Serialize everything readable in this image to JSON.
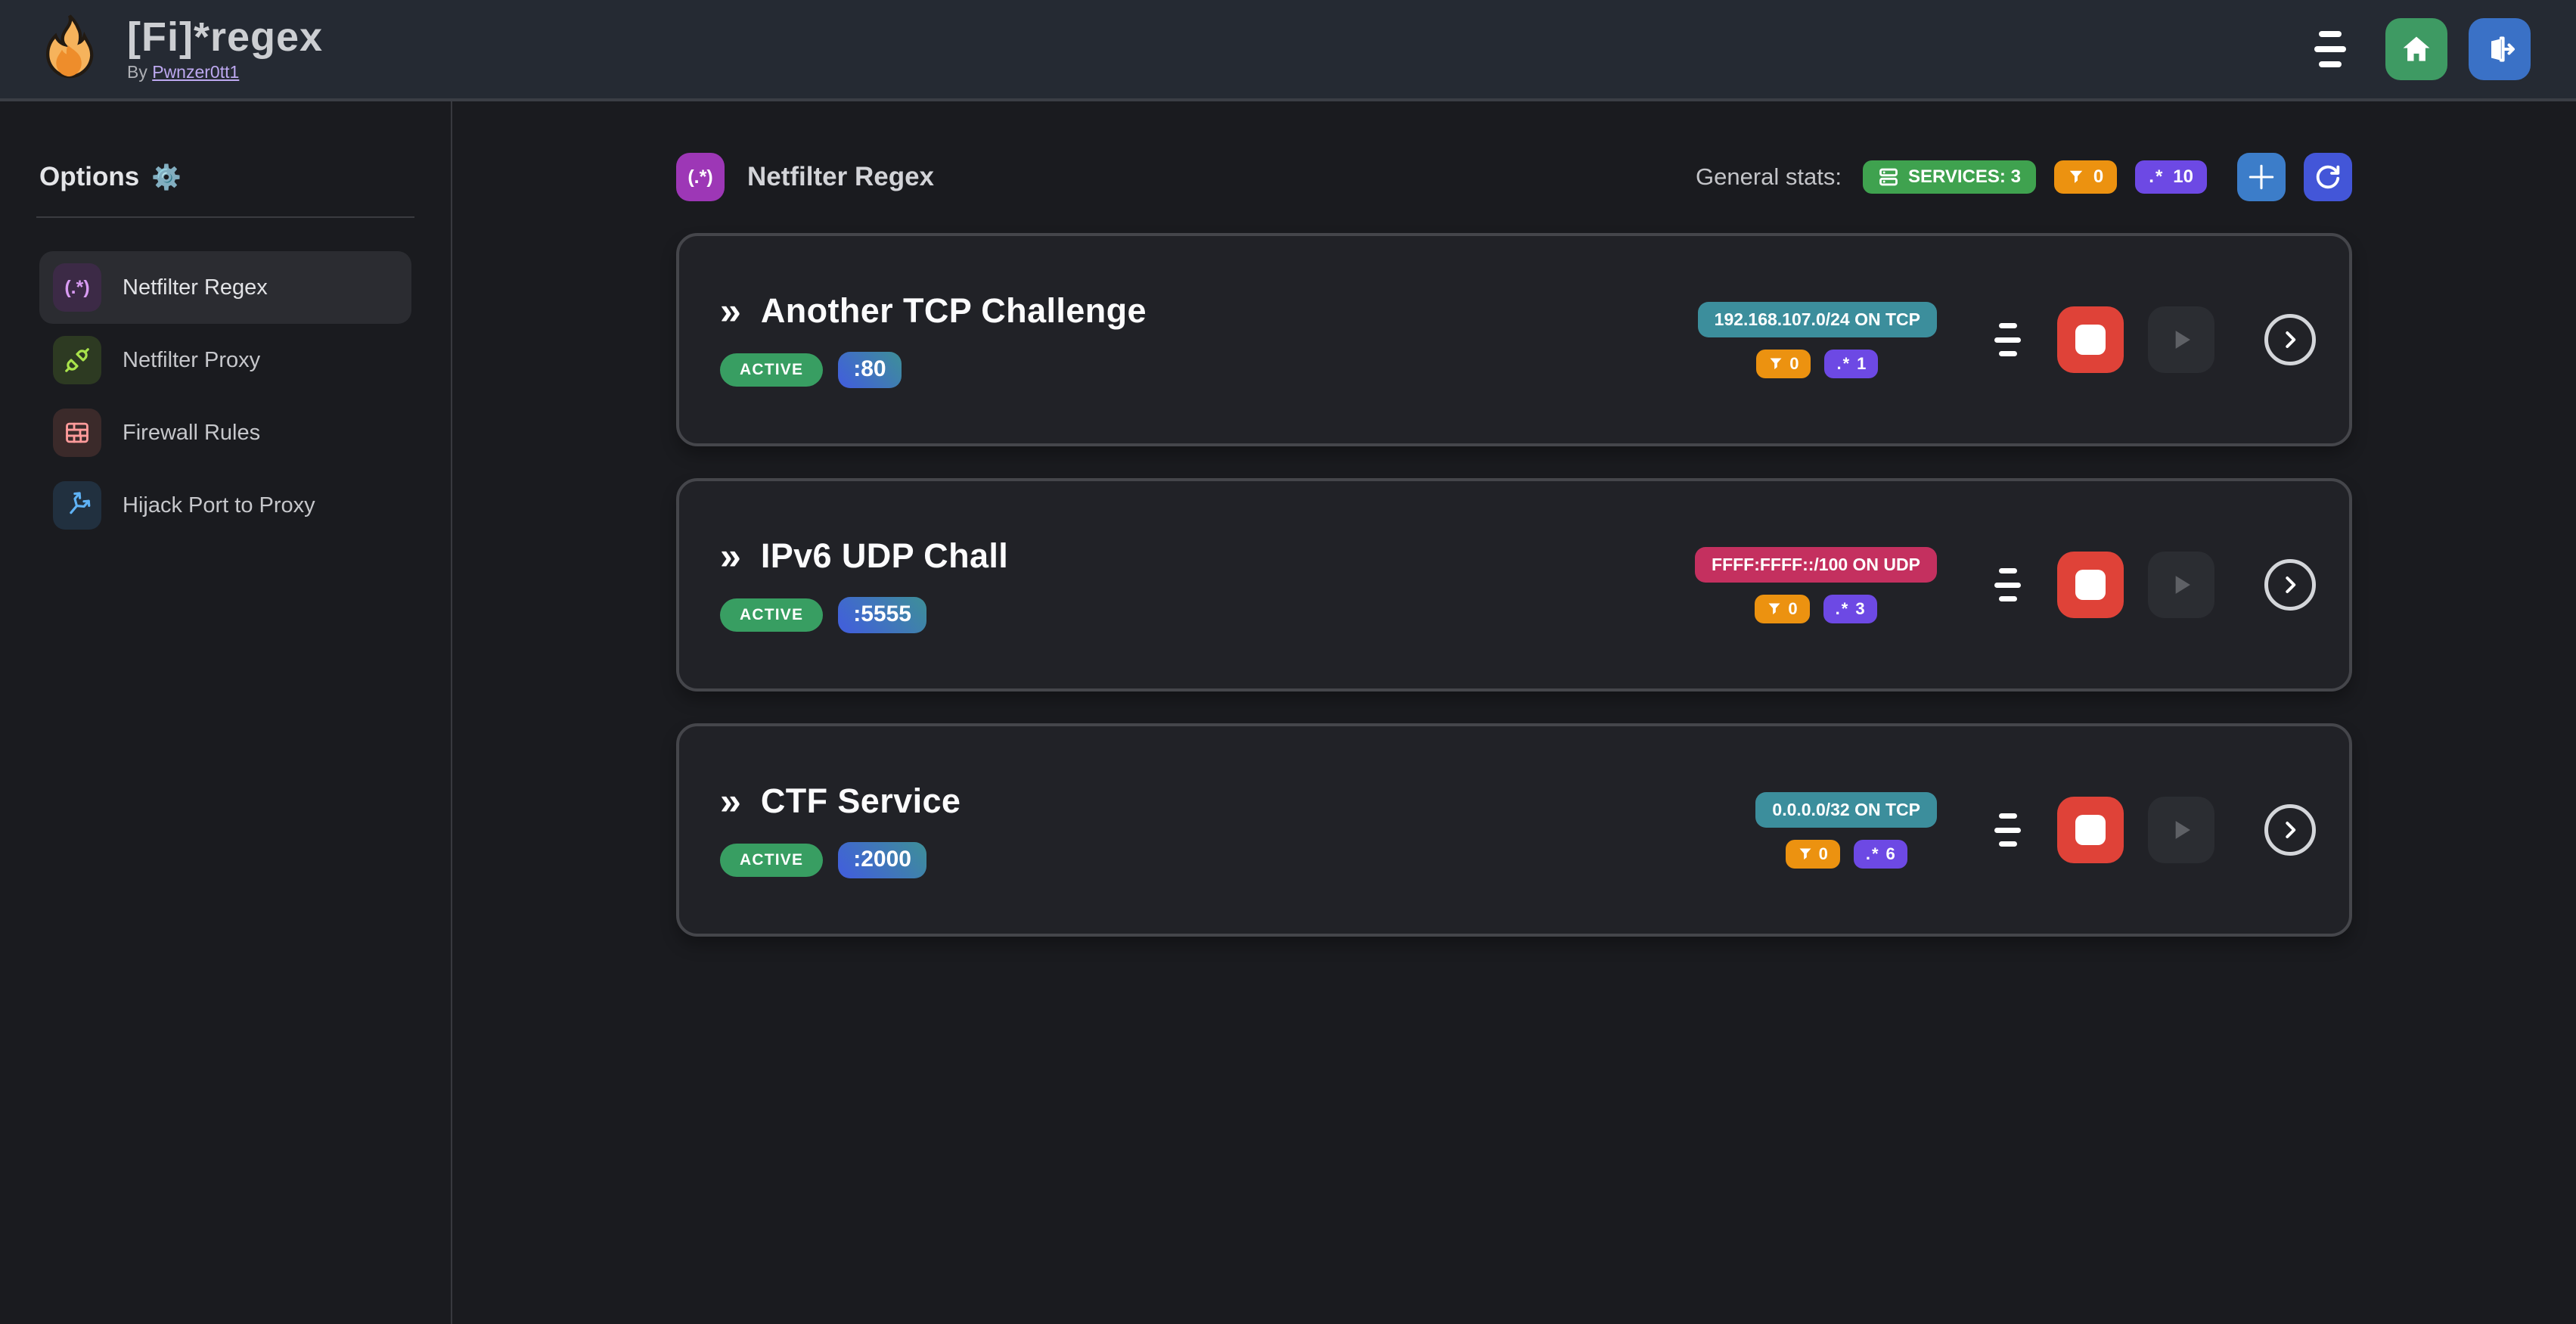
{
  "glyphs": {
    "double_chevron": "»",
    "options_gear": "⚙️",
    "regex_glyph": ".*",
    "regex_paren": "(.*)"
  },
  "header": {
    "title": "[Fi]*regex",
    "byline_prefix": "By",
    "author_link": "Pwnzer0tt1"
  },
  "sidebar": {
    "title": "Options",
    "items": [
      {
        "label": "Netfilter Regex"
      },
      {
        "label": "Netfilter Proxy"
      },
      {
        "label": "Firewall Rules"
      },
      {
        "label": "Hijack Port to Proxy"
      }
    ]
  },
  "main": {
    "section_title": "Netfilter Regex",
    "stats": {
      "label": "General stats:",
      "services": "SERVICES: 3",
      "filters": "0",
      "regexes": "10"
    },
    "services": [
      {
        "title": "Another TCP Challenge",
        "status": "ACTIVE",
        "port": ":80",
        "endpoint": "192.168.107.0/24 ON TCP",
        "endpoint_color": "teal",
        "filters": "0",
        "regexes": "1"
      },
      {
        "title": "IPv6 UDP Chall",
        "status": "ACTIVE",
        "port": ":5555",
        "endpoint": "FFFF:FFFF::/100 ON UDP",
        "endpoint_color": "pink",
        "filters": "0",
        "regexes": "3"
      },
      {
        "title": "CTF Service",
        "status": "ACTIVE",
        "port": ":2000",
        "endpoint": "0.0.0.0/32 ON TCP",
        "endpoint_color": "teal",
        "filters": "0",
        "regexes": "6"
      }
    ]
  },
  "colors": {
    "header_bg": "#252a33",
    "body_bg": "#1a1b1f",
    "card_bg": "#212227",
    "card_border": "#45464b",
    "accent_grape": "#9d37b6",
    "green": "#3fa24f",
    "active_green": "#389e62",
    "orange": "#ec9210",
    "violet": "#6d49e4",
    "teal": "#3c8e9c",
    "pink": "#c4305f",
    "blue": "#3c7dc9",
    "indigo": "#4356d8",
    "red_stop": "#df4238",
    "home_green": "#3e9a63",
    "logout_blue": "#3a71c6"
  }
}
